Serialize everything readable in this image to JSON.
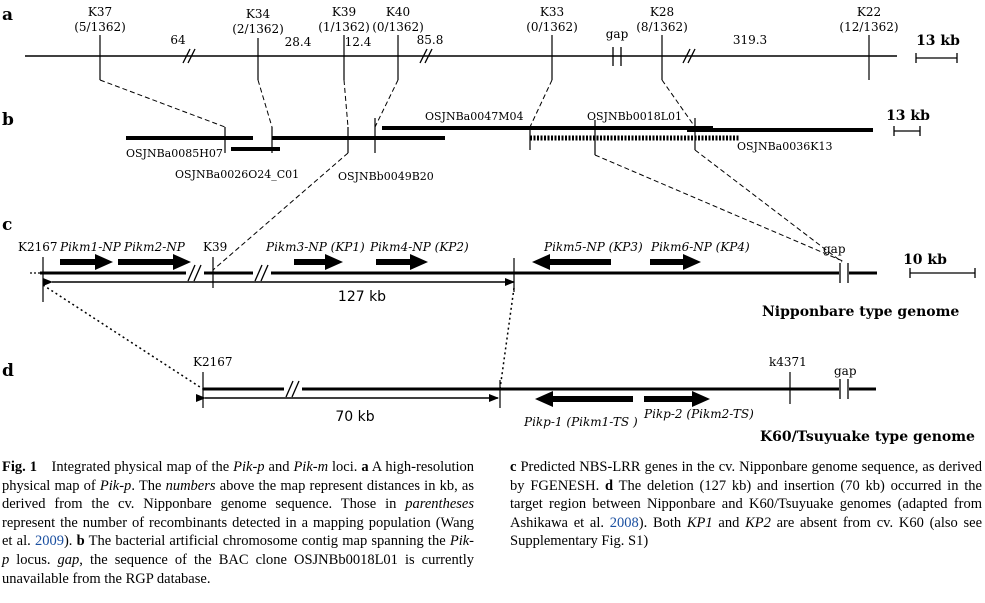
{
  "panels": {
    "a": "a",
    "b": "b",
    "c": "c",
    "d": "d"
  },
  "panel_a": {
    "markers": [
      {
        "name": "K37",
        "recomb": "(5/1362)"
      },
      {
        "name": "K34",
        "recomb": "(2/1362)"
      },
      {
        "name": "K39",
        "recomb": "(1/1362)"
      },
      {
        "name": "K40",
        "recomb": "(0/1362)"
      },
      {
        "name": "K33",
        "recomb": "(0/1362)"
      },
      {
        "name": "K28",
        "recomb": "(8/1362)"
      },
      {
        "name": "K22",
        "recomb": "(12/1362)"
      }
    ],
    "distances": [
      "64",
      "28.4",
      "12.4",
      "85.8",
      "319.3"
    ],
    "gap": "gap",
    "scale": "13 kb"
  },
  "panel_b": {
    "clones": [
      "OSJNBa0085H07",
      "OSJNBa0026O24_C01",
      "OSJNBb0049B20",
      "OSJNBa0047M04",
      "OSJNBb0018L01",
      "OSJNBa0036K13"
    ],
    "scale": "13 kb"
  },
  "panel_c": {
    "markers": [
      "K2167",
      "K39"
    ],
    "genes": [
      {
        "name": "Pikm1-NP",
        "alias": ""
      },
      {
        "name": "Pikm2-NP",
        "alias": ""
      },
      {
        "name": "Pikm3-NP",
        "alias": "KP1"
      },
      {
        "name": "Pikm4-NP",
        "alias": "KP2"
      },
      {
        "name": "Pikm5-NP",
        "alias": "KP3"
      },
      {
        "name": "Pikm6-NP",
        "alias": "KP4"
      }
    ],
    "deletion": "127 kb",
    "gap": "gap",
    "scale": "10 kb",
    "genome": "Nipponbare type genome"
  },
  "panel_d": {
    "markers": [
      "K2167",
      "k4371"
    ],
    "genes": [
      {
        "name": "Pikp-1",
        "alias": "Pikm1-TS"
      },
      {
        "name": "Pikp-2",
        "alias": "Pikm2-TS"
      }
    ],
    "insertion": "70 kb",
    "gap": "gap",
    "genome": "K60/Tsuyuake type genome"
  },
  "caption": {
    "fig_label": "Fig. 1",
    "t1": "Integrated physical map of the ",
    "i1": "Pik-p",
    "t2": " and ",
    "i2": "Pik-m",
    "t3": " loci. ",
    "a": "a",
    "t4": " A high-resolution physical map of ",
    "i3": "Pik-p",
    "t5": ". The ",
    "i4": "numbers",
    "t6": " above the map represent distances in kb, as derived from the cv. Nipponbare genome sequence. Those in ",
    "i5": "parentheses",
    "t7": " represent the number of recombinants detected in a mapping population (Wang et al. ",
    "l1": "2009",
    "t8": "). ",
    "b": "b",
    "t9": " The bacterial artificial chromosome contig map spanning the ",
    "i6": "Pik-p",
    "t10": " locus. ",
    "i7": "gap",
    "t11": ", the sequence of the BAC clone OSJNBb0018L01 is currently unavailable from the RGP database. ",
    "c": "c",
    "t12": " Predicted NBS-LRR genes in the cv. Nipponbare genome sequence, as derived by FGENESH. ",
    "d": "d",
    "t13": " The deletion (127 kb) and insertion (70 kb) occurred in the target region between Nipponbare and K60/Tsuyuake genomes (adapted from Ashikawa et al. ",
    "l2": "2008",
    "t14": "). Both ",
    "i8": "KP1",
    "t15": " and ",
    "i9": "KP2",
    "t16": " are absent from cv. K60 (also see Supplementary Fig. S1)"
  }
}
